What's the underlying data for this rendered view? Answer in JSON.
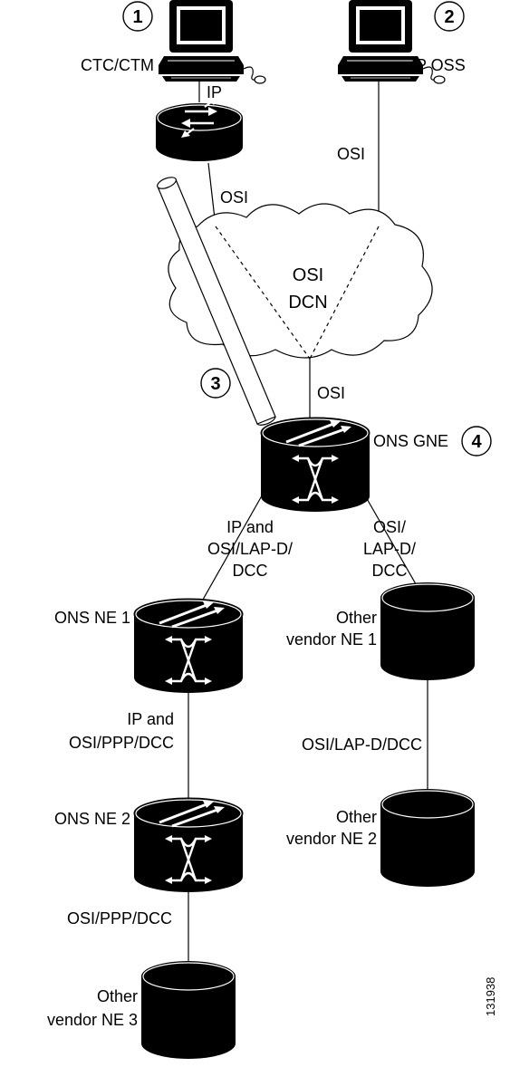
{
  "computers": [
    {
      "label": "CTC/CTM",
      "callout": "1"
    },
    {
      "label": "IP OSS",
      "callout": "2"
    }
  ],
  "cloud": {
    "line1": "OSI",
    "line2": "DCN"
  },
  "tunnel": {
    "callout": "3"
  },
  "gne": {
    "label": "ONS GNE",
    "callout": "4"
  },
  "links": {
    "ctc_router": "IP",
    "router_cloud": "OSI",
    "oss_cloud": "OSI",
    "cloud_gne": "OSI",
    "gne_ne1": [
      "IP and",
      "OSI/LAP-D/",
      "DCC"
    ],
    "gne_vendor1": [
      "OSI/",
      "LAP-D/",
      "DCC"
    ],
    "ne1_ne2": [
      "IP and",
      "OSI/PPP/DCC"
    ],
    "vendor1_vendor2": "OSI/LAP-D/DCC",
    "ne2_vendor3": "OSI/PPP/DCC"
  },
  "nodes": {
    "ons_ne1": "ONS NE 1",
    "ons_ne2": "ONS NE 2",
    "vendor_ne1": [
      "Other",
      "vendor NE 1"
    ],
    "vendor_ne2": [
      "Other",
      "vendor NE 2"
    ],
    "vendor_ne3": [
      "Other",
      "vendor NE 3"
    ]
  },
  "figure_id": "131938"
}
